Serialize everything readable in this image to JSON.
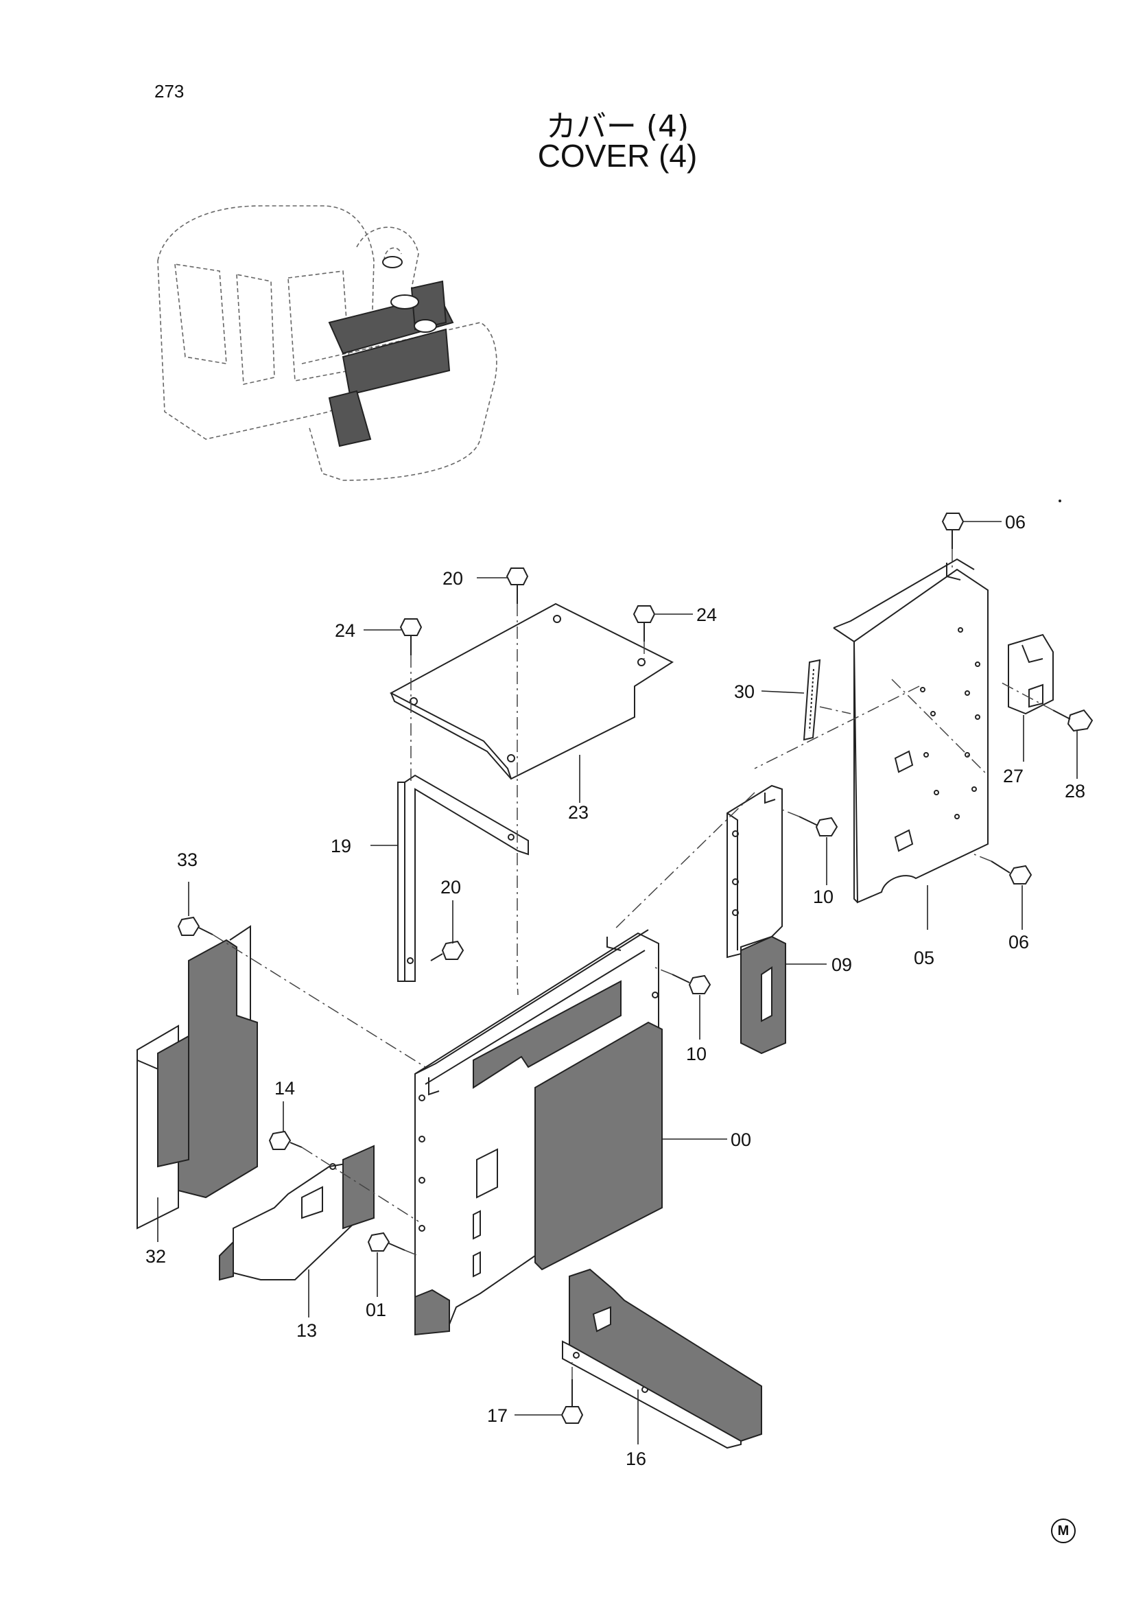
{
  "page_number": "273",
  "title_jp": "カバー (4)",
  "title_en": "COVER (4)",
  "footer_mark": "M",
  "callouts": [
    "06",
    "20",
    "24",
    "24",
    "30",
    "23",
    "19",
    "27",
    "28",
    "10",
    "33",
    "20",
    "06",
    "05",
    "09",
    "10",
    "00",
    "14",
    "32",
    "13",
    "01",
    "17",
    "16"
  ]
}
